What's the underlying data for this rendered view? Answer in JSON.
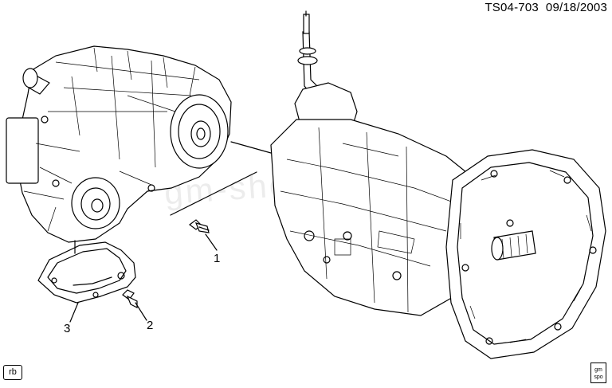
{
  "header": {
    "drawing_number": "TS04-703",
    "date": "09/18/2003"
  },
  "watermark": "gm-shed.ru",
  "callouts": [
    {
      "label": "1"
    },
    {
      "label": "2"
    },
    {
      "label": "3"
    }
  ],
  "corner_tag": "rb",
  "logo": {
    "line1": "gm",
    "line2": "spo"
  }
}
